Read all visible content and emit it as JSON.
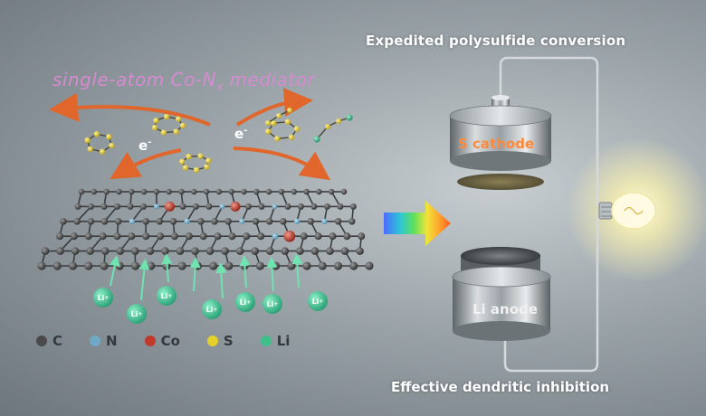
{
  "titles": {
    "top": "Expedited polysulfide conversion",
    "bottom": "Effective dendritic inhibition"
  },
  "mediator": {
    "prefix": "single-atom Co-N",
    "sub": "x",
    "suffix": " mediator"
  },
  "electron": {
    "base": "e",
    "sup": "-"
  },
  "cathode_label": "S cathode",
  "anode_label": "Li anode",
  "li_ion": {
    "base": "Li",
    "sup": "+"
  },
  "legend": [
    {
      "label": "C",
      "color": "#4a4a4a"
    },
    {
      "label": "N",
      "color": "#6fa9c7"
    },
    {
      "label": "Co",
      "color": "#c0392b"
    },
    {
      "label": "S",
      "color": "#e6d12a"
    },
    {
      "label": "Li",
      "color": "#3fbf8a"
    }
  ],
  "colors": {
    "carbon": "#4a4a4a",
    "nitrogen": "#6fa9c7",
    "cobalt": "#c0392b",
    "sulfur": "#e6d12a",
    "lithium": "#3fbf8a",
    "arrow": "#e0662b",
    "mediator_text": "#d58bd0",
    "cathode_text": "#ff8a3c"
  },
  "icons": [
    "rainbow-arrow-icon",
    "light-bulb-icon"
  ]
}
